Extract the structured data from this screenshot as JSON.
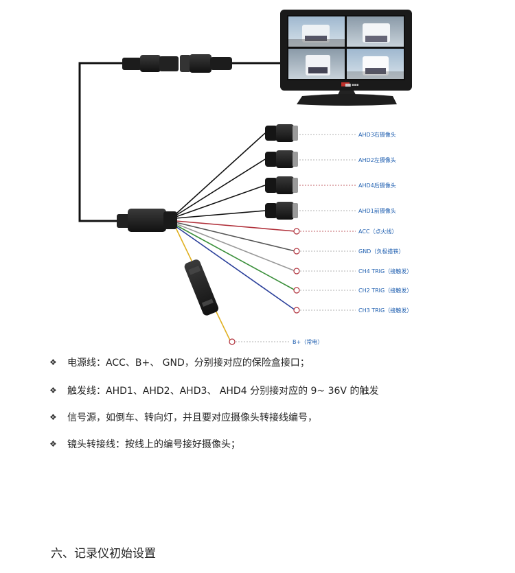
{
  "diagram": {
    "camera_labels": [
      "AHD3右摄像头",
      "AHD2左摄像头",
      "AHD4后摄像头",
      "AHD1前摄像头"
    ],
    "wire_labels": [
      "ACC（点火线）",
      "GND（负极搭铁）",
      "CH4 TRIG（接触发）",
      "CH2 TRIG（接触发）",
      "CH3 TRIG（接触发）"
    ],
    "power_label": "B+（常电）",
    "monitor_brand": "▆▆ ▪▪▪",
    "colors": {
      "wire": "#111111",
      "acc": "#b0303a",
      "gnd": "#555555",
      "ch4": "#999999",
      "ch2": "#3a8f3a",
      "ch3": "#2a3f9a",
      "bplus": "#e0b020",
      "label": "#1f5fb0"
    }
  },
  "bullets": [
    "电源线：ACC、B+、 GND，分别接对应的保险盒接口；",
    "触发线：AHD1、AHD2、AHD3、 AHD4 分别接对应的 9~ 36V 的触发",
    "信号源，如倒车、转向灯，并且要对应摄像头转接线编号，",
    "镜头转接线：按线上的编号接好摄像头；"
  ],
  "bullet_mark": "❖",
  "section_title": "六、记录仪初始设置"
}
